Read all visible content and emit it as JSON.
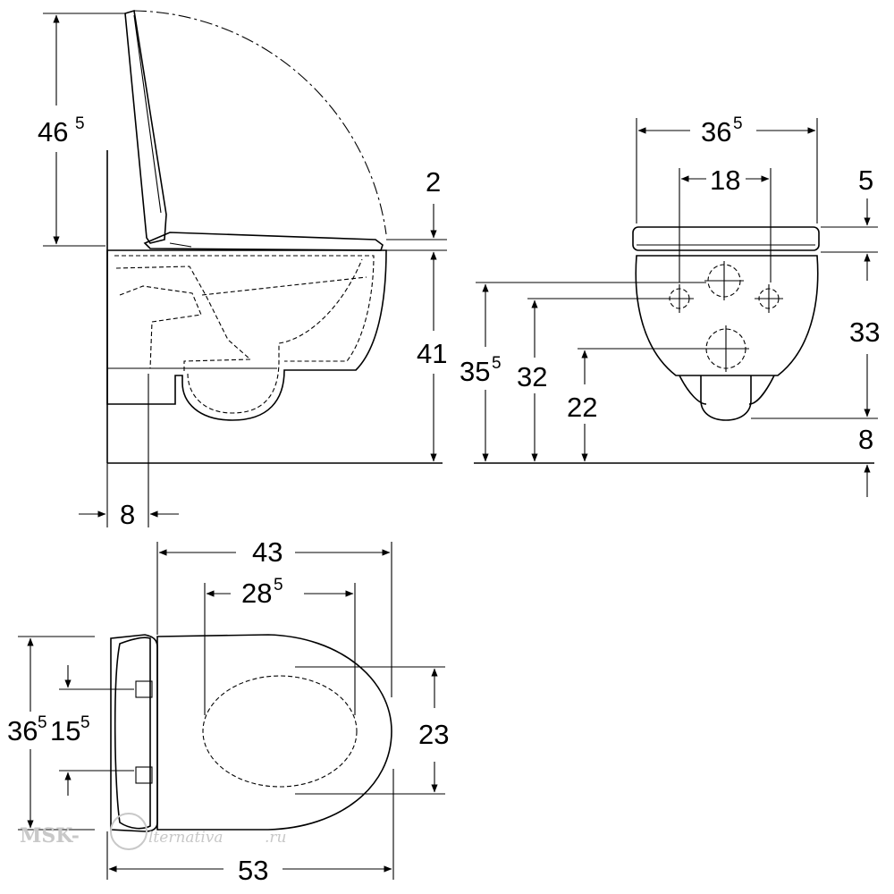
{
  "side_view": {
    "height_lid": "46",
    "height_lid_sup": "5",
    "seat_thickness": "2",
    "height_rim": "41",
    "wall_offset": "8"
  },
  "front_view": {
    "width": "36",
    "width_sup": "5",
    "bolt_spacing": "18",
    "seat_gap": "5",
    "height_inlet": "35",
    "height_inlet_sup": "5",
    "height_bolts": "32",
    "height_outlet": "22",
    "height_bowl": "33",
    "bottom_gap": "8"
  },
  "top_view": {
    "length_bowl": "43",
    "opening_length": "28",
    "opening_length_sup": "5",
    "width": "36",
    "width_sup": "5",
    "hinge_spacing": "15",
    "hinge_spacing_sup": "5",
    "opening_width": "23",
    "overall_length": "53"
  },
  "watermark": {
    "prefix": "MSK-",
    "suffix": "lternativa",
    "domain": ".ru"
  }
}
